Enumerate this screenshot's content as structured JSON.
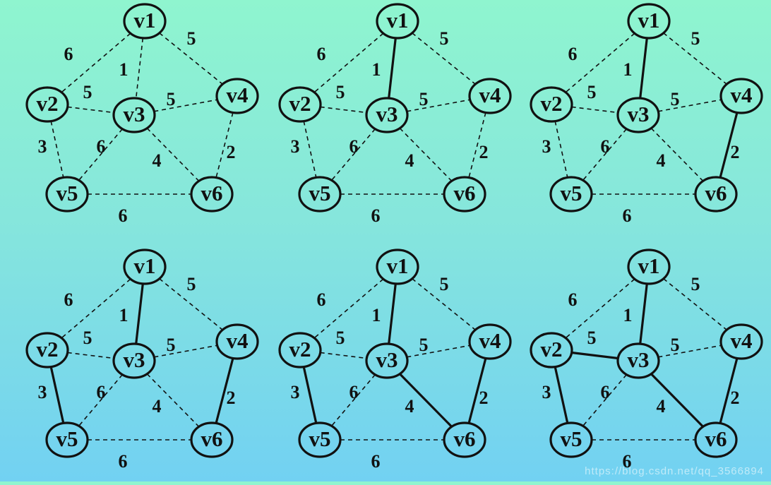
{
  "nodes": [
    "v1",
    "v2",
    "v3",
    "v4",
    "v5",
    "v6"
  ],
  "edges": [
    {
      "from": "v1",
      "to": "v2",
      "weight": "6"
    },
    {
      "from": "v1",
      "to": "v3",
      "weight": "1"
    },
    {
      "from": "v1",
      "to": "v4",
      "weight": "5"
    },
    {
      "from": "v2",
      "to": "v3",
      "weight": "5"
    },
    {
      "from": "v3",
      "to": "v4",
      "weight": "5"
    },
    {
      "from": "v2",
      "to": "v5",
      "weight": "3"
    },
    {
      "from": "v3",
      "to": "v5",
      "weight": "6"
    },
    {
      "from": "v3",
      "to": "v6",
      "weight": "4"
    },
    {
      "from": "v4",
      "to": "v6",
      "weight": "2"
    },
    {
      "from": "v5",
      "to": "v6",
      "weight": "6"
    }
  ],
  "steps": [
    {
      "selected_edges": []
    },
    {
      "selected_edges": [
        "v1-v3"
      ]
    },
    {
      "selected_edges": [
        "v1-v3",
        "v4-v6"
      ]
    },
    {
      "selected_edges": [
        "v1-v3",
        "v4-v6",
        "v2-v5"
      ]
    },
    {
      "selected_edges": [
        "v1-v3",
        "v4-v6",
        "v2-v5",
        "v3-v6"
      ]
    },
    {
      "selected_edges": [
        "v1-v3",
        "v4-v6",
        "v2-v5",
        "v3-v6",
        "v2-v3"
      ]
    }
  ],
  "watermark": "https://blog.csdn.net/qq_3566894"
}
